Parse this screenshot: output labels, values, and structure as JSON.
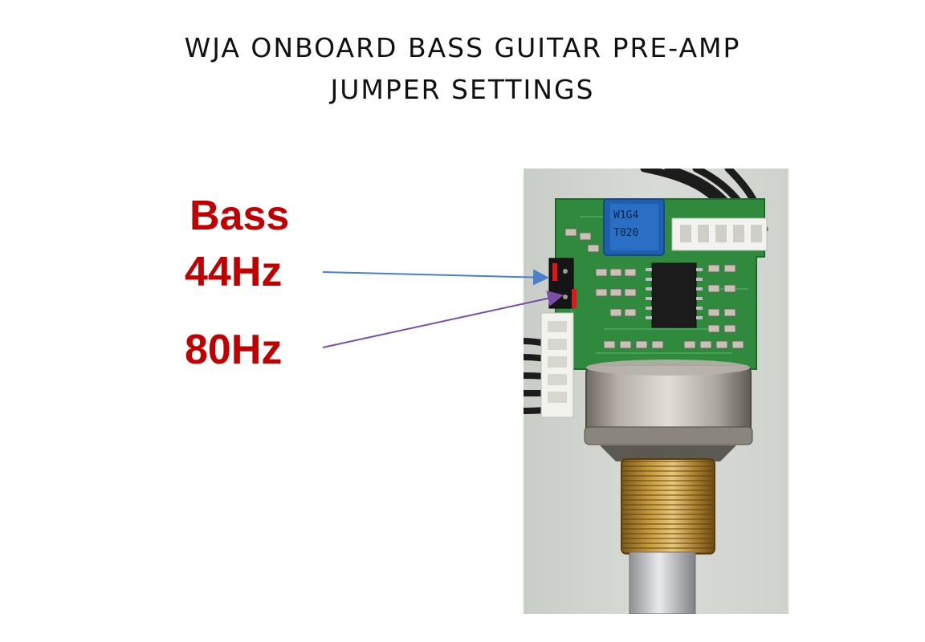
{
  "title": {
    "line1": "WJA ONBOARD BASS GUITAR PRE-AMP",
    "line2": "JUMPER SETTINGS"
  },
  "labels": {
    "bass": "Bass",
    "hz44": "44Hz",
    "hz80": "80Hz"
  },
  "colors": {
    "label_red": "#c00000",
    "arrow_44": "#4a7fc9",
    "arrow_80": "#7b4fa3",
    "pcb_green": "#2f8a3e",
    "jumper_red": "#e01818"
  },
  "photo": {
    "trimmer_text_1": "W1G4",
    "trimmer_text_2": "T020"
  }
}
